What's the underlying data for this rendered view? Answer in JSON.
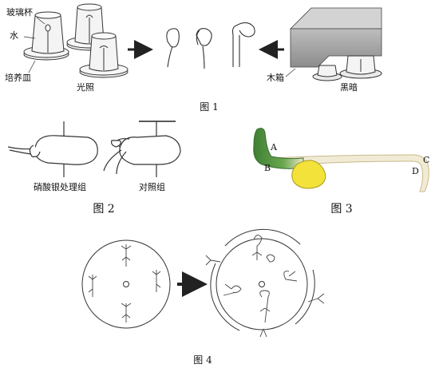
{
  "figure1": {
    "caption": "图 1",
    "labels": {
      "glass_cup": "玻璃杯",
      "water": "水",
      "petri_dish": "培养皿",
      "light": "光照",
      "wooden_box": "木箱",
      "dark": "黑暗"
    }
  },
  "figure2": {
    "caption": "图 2",
    "labels": {
      "silver_nitrate_group": "硝酸银处理组",
      "control_group": "对照组"
    }
  },
  "figure3": {
    "caption": "图 3",
    "points": {
      "a": "A",
      "b": "B",
      "c": "C",
      "d": "D"
    },
    "colors": {
      "hook": "#4a8a3a",
      "cotyledon": "#f2e23a",
      "stem": "#f1ebd6"
    }
  },
  "figure4": {
    "caption": "图 4"
  }
}
